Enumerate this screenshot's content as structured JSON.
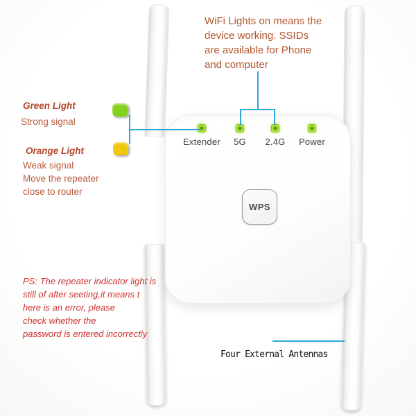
{
  "image_type": "wifi-repeater-product-diagram",
  "colors": {
    "accent_blue": "#2da7dc",
    "green_indicator": "#84d01e",
    "orange_indicator": "#efc70d",
    "annotation_orange": "#b5552e",
    "annotation_heading_red": "#b3482a",
    "ps_red": "#cc3030",
    "device_body": "#ffffff"
  },
  "annotations": {
    "wifi_note": {
      "lines": [
        "WiFi Lights on means the",
        "device working. SSIDs",
        "are available for Phone",
        "and computer"
      ]
    },
    "green_legend": {
      "title": "Green Light",
      "lines": [
        "Strong signal"
      ]
    },
    "orange_legend": {
      "title": "Orange Light",
      "lines": [
        "Weak signal",
        "Move the repeater",
        "close to router"
      ]
    },
    "ps_note": {
      "lines": [
        "PS: The repeater indicator light is",
        "still of after seeting,it means t",
        "here is an error, please",
        "check whether the",
        "password is entered incorrectly"
      ]
    },
    "antennas_note": "Four External Antennas"
  },
  "device": {
    "leds": [
      {
        "name": "extender-led",
        "label": "Extender",
        "state": "green-on"
      },
      {
        "name": "5g-led",
        "label": "5G",
        "state": "green-on"
      },
      {
        "name": "2.4g-led",
        "label": "2.4G",
        "state": "green-on"
      },
      {
        "name": "power-led",
        "label": "Power",
        "state": "green-on"
      }
    ],
    "wps_button_label": "WPS",
    "antenna_count": 4
  }
}
